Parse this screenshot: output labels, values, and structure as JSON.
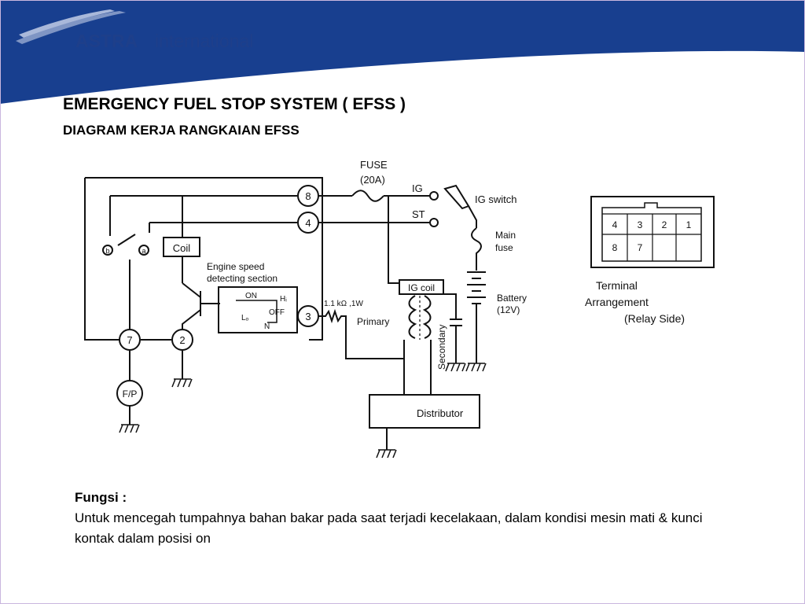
{
  "header": {
    "brand": "ASTRA",
    "brand_suffix": "international",
    "colors": {
      "primary": "#183f8f",
      "stripe": "#7f95c4",
      "logo_text": "#1e3f8a"
    }
  },
  "title": "EMERGENCY FUEL STOP SYSTEM ( EFSS )",
  "subtitle": "DIAGRAM KERJA RANGKAIAN EFSS",
  "diagram": {
    "fuse_label": "FUSE",
    "fuse_rating": "(20A)",
    "ig": "IG",
    "st": "ST",
    "ig_switch": "IG switch",
    "main_fuse_1": "Main",
    "main_fuse_2": "fuse",
    "battery_1": "Battery",
    "battery_2": "(12V)",
    "ig_coil": "IG coil",
    "primary": "Primary",
    "secondary": "Secondary",
    "resistor": "1.1 kΩ ,1W",
    "distributor": "Distributor",
    "coil": "Coil",
    "engine_speed_1": "Engine speed",
    "engine_speed_2": "detecting section",
    "on": "ON",
    "hi": "Hᵢ",
    "off": "OFF",
    "lo": "Lₒ",
    "n": "N",
    "fp": "F/P",
    "terminals": [
      "8",
      "4",
      "3",
      "7",
      "2"
    ],
    "contact_a": "a",
    "contact_b": "b",
    "terminal_arrangement_1": "Terminal",
    "terminal_arrangement_2": "Arrangement",
    "terminal_arrangement_3": "(Relay Side)",
    "relay_row1": [
      "4",
      "3",
      "2",
      "1"
    ],
    "relay_row2": [
      "8",
      "7",
      "",
      ""
    ]
  },
  "fungsi": {
    "label": "Fungsi :",
    "text": "Untuk mencegah tumpahnya bahan bakar pada saat terjadi kecelakaan, dalam kondisi  mesin mati & kunci kontak dalam posisi on"
  }
}
